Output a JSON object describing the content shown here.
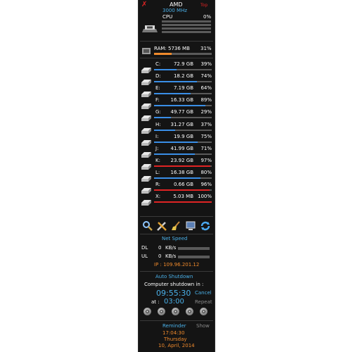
{
  "header": {
    "close_symbol": "✗",
    "cpu_name": "AMD",
    "cpu_freq": "3000 MHz",
    "top_label": "Top"
  },
  "cpu": {
    "label": "CPU",
    "percent": "0%",
    "load_fraction": 0.0
  },
  "ram": {
    "label": "RAM: 5736 MB",
    "percent": "31%",
    "usage_fraction": 0.31
  },
  "drives": [
    {
      "letter": "C:",
      "size": "72.9 GB",
      "percent": "39%",
      "fraction": 0.39,
      "color": "#3a8ee6"
    },
    {
      "letter": "D:",
      "size": "18.2 GB",
      "percent": "74%",
      "fraction": 0.74,
      "color": "#3a8ee6"
    },
    {
      "letter": "E:",
      "size": "7.19 GB",
      "percent": "64%",
      "fraction": 0.64,
      "color": "#3a8ee6"
    },
    {
      "letter": "F:",
      "size": "16.33 GB",
      "percent": "89%",
      "fraction": 0.89,
      "color": "#3a8ee6"
    },
    {
      "letter": "G:",
      "size": "49.77 GB",
      "percent": "29%",
      "fraction": 0.29,
      "color": "#3a8ee6"
    },
    {
      "letter": "H:",
      "size": "31.27 GB",
      "percent": "37%",
      "fraction": 0.37,
      "color": "#3a8ee6"
    },
    {
      "letter": "I:",
      "size": "19.9 GB",
      "percent": "75%",
      "fraction": 0.75,
      "color": "#3a8ee6"
    },
    {
      "letter": "J:",
      "size": "41.99 GB",
      "percent": "71%",
      "fraction": 0.71,
      "color": "#3a8ee6"
    },
    {
      "letter": "K:",
      "size": "23.92 GB",
      "percent": "97%",
      "fraction": 0.97,
      "color": "#e02424"
    },
    {
      "letter": "L:",
      "size": "16.38 GB",
      "percent": "80%",
      "fraction": 0.8,
      "color": "#3a8ee6"
    },
    {
      "letter": "R:",
      "size": "0.66 GB",
      "percent": "96%",
      "fraction": 0.96,
      "color": "#e02424"
    },
    {
      "letter": "X:",
      "size": "5.03 MB",
      "percent": "100%",
      "fraction": 1.0,
      "color": "#e02424"
    }
  ],
  "tools": [
    "magnifier-icon",
    "tools-icon",
    "broom-icon",
    "computer-icon",
    "refresh-icon"
  ],
  "net": {
    "title": "Net Speed",
    "dl_label": "DL",
    "dl_value": "0",
    "dl_unit": "KB/s",
    "ul_label": "UL",
    "ul_value": "0",
    "ul_unit": "KB/s",
    "ip_label": "IP : 109.96.201.12"
  },
  "shutdown": {
    "title": "Auto Shutdown",
    "subtitle": "Computer shutdown in :",
    "countdown": "09:55:30",
    "cancel_label": "Cancel",
    "at_label": "at :",
    "at_time": "03:00",
    "repeat_label": "Repeat",
    "option_count": 5
  },
  "reminder": {
    "title": "Reminder",
    "show_label": "Show",
    "time": "17:04:30",
    "weekday": "Thursday",
    "date": "10, April, 2014"
  },
  "colors": {
    "accent_blue": "#4ab0e8",
    "orange": "#f08a2c",
    "red": "#e02424",
    "bar_blue": "#3a8ee6"
  }
}
